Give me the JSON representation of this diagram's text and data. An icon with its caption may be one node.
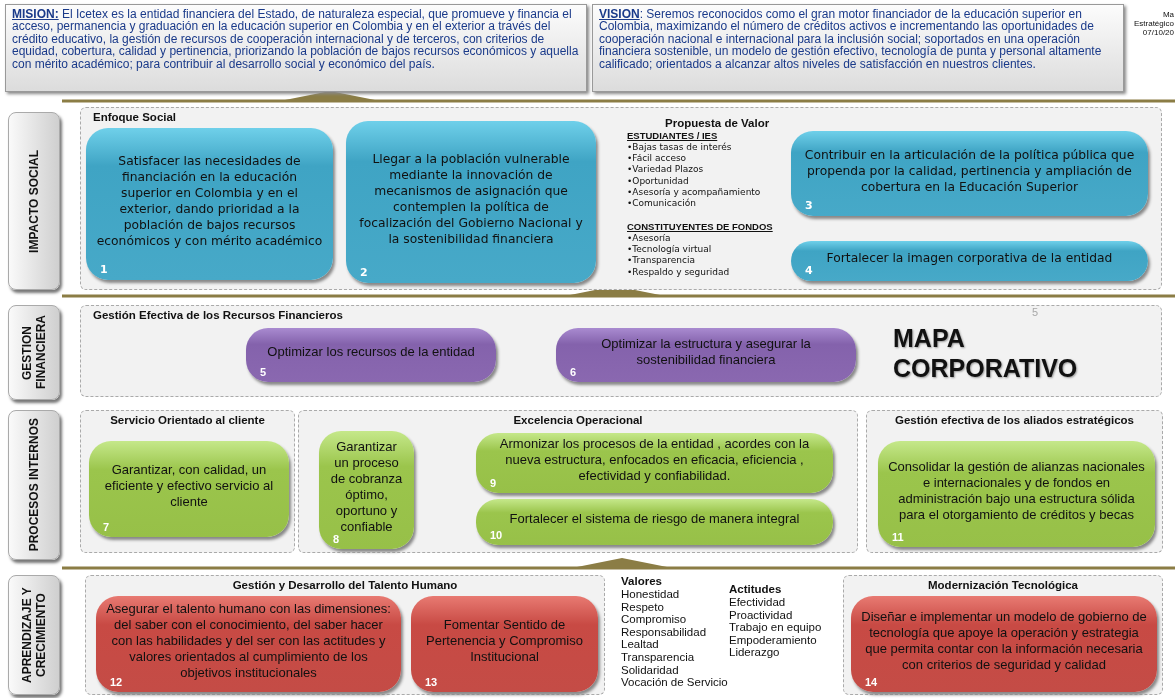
{
  "diagram": {
    "nodes": [
      {
        "text": [
          "**MISION:** El Icetex es la entidad financiera del Estado, de naturaleza especial, que promueve y financia el acceso, permanencia y graduación en la educación superior en Colombia y en el exterior a través del crédito educativo, la gestión de recursos de cooperación internacional y de terceros, con  criterios de equidad, cobertura, calidad y pertinencia, priorizando la población de bajos recursos económicos y aquella con mérito académico; para contribuir al desarrollo social y económico del país."
        ]
      },
      {
        "text": [
          "**VISION**: Seremos reconocidos como el gran motor financiador de la educación superior en Colombia, maximizando el número de créditos activos e incrementando las oportunidades de cooperación nacional e internacional para la inclusión social; soportados en una operación financiera sostenible, un modelo de gestión efectivo, tecnología de punta y personal altamente calificado; orientados a alcanzar altos niveles de satisfacción en nuestros clientes."
        ]
      },
      {
        "text": [
          "IMPACTO SOCIAL"
        ]
      },
      {
        "text": [
          "Enfoque Social"
        ]
      },
      {
        "text": [
          "Satisfacer las necesidades de financiación en la educación superior en Colombia y en el exterior, dando prioridad a la población de bajos recursos económicos y con mérito académico",
          "1"
        ],
        "in": 3
      },
      {
        "text": [
          "Llegar a la población vulnerable mediante la innovación de mecanismos de asignación  que contemplen la política de focalización del Gobierno Nacional y la sostenibilidad financiera",
          "2"
        ],
        "in": 3
      },
      {
        "text": [
          "Contribuir en la articulación de la política pública que propenda por la calidad, pertinencia y ampliación de cobertura en la Educación Superior",
          "3"
        ],
        "in": 3
      },
      {
        "text": [
          "Fortalecer la imagen corporativa de la entidad",
          "4"
        ],
        "in": 3
      },
      {
        "text": [
          "GESTION FINANCIERA"
        ]
      },
      {
        "text": [
          "Gestión Efectiva de los Recursos Financieros"
        ]
      },
      {
        "text": [
          "Optimizar  los recursos de la entidad",
          "5"
        ],
        "in": 9
      },
      {
        "text": [
          "Optimizar la estructura y asegurar la sostenibilidad financiera",
          "6"
        ],
        "in": 9
      },
      {
        "text": [
          "PROCESOS INTERNOS"
        ]
      },
      {
        "text": [
          "Servicio Orientado al cliente"
        ]
      },
      {
        "text": [
          "Garantizar,  con calidad,  un eficiente y efectivo servicio al cliente",
          "7"
        ],
        "in": 13
      },
      {
        "text": [
          "Excelencia Operacional"
        ]
      },
      {
        "text": [
          "Garantizar un proceso de cobranza óptimo, oportuno y confiable",
          "8"
        ],
        "in": 15
      },
      {
        "text": [
          "Armonizar los procesos de la entidad , acordes con la nueva estructura, enfocados  en  eficacia, eficiencia , efectividad  y confiabilidad.",
          "9"
        ],
        "in": 15
      },
      {
        "text": [
          "Fortalecer el sistema de riesgo de manera integral",
          "10"
        ],
        "in": 15
      },
      {
        "text": [
          "Gestión efectiva de los aliados estratégicos"
        ]
      },
      {
        "text": [
          "Consolidar la gestión de alianzas nacionales e internacionales y de fondos en administración bajo una estructura sólida para el otorgamiento de créditos y becas",
          "11"
        ],
        "in": 19
      },
      {
        "text": [
          "APRENDIZAJE Y CRECIMIENTO"
        ]
      },
      {
        "text": [
          "Gestión y Desarrollo del Talento Humano"
        ]
      },
      {
        "text": [
          "Asegurar el talento humano con las dimensiones: del saber con el conocimiento, del saber hacer con las habilidades y del ser con las actitudes y valores orientados al cumplimiento de los objetivos institucionales",
          "12"
        ],
        "in": 22
      },
      {
        "text": [
          "Fomentar Sentido de Pertenencia y Compromiso Institucional",
          "13"
        ],
        "in": 22
      },
      {
        "text": [
          "Modernización Tecnológica"
        ]
      },
      {
        "text": [
          "Diseñar e implementar un modelo de gobierno de tecnología que apoye la operación y estrategia que permita contar con la información necesaria con criterios de seguridad y calidad",
          "14"
        ],
        "in": 25
      }
    ],
    "labels": [
      "Propuesta de Valor",
      "ESTUDIANTES / IES",
      "•Bajas tasas de interés",
      "•Fácil acceso",
      "•Variedad Plazos",
      "•Oportunidad",
      "•Asesoría y acompañamiento",
      "•Comunicación",
      "CONSTITUYENTES DE FONDOS",
      "•Asesoría",
      "•Tecnología virtual",
      "•Transparencia",
      "•Respaldo y seguridad",
      "MAPA CORPORATIVO",
      "5",
      "Valores",
      "Honestidad",
      "Respeto",
      "Compromiso",
      "Responsabilidad",
      "Lealtad",
      "Transparencia",
      "Solidaridad",
      "Vocación de Servicio",
      "Actitudes",
      "Efectividad",
      "Proactividad",
      "Trabajo en equipo",
      "Empoderamiento",
      "Liderazgo",
      "Ma Estratégico 07/10/20"
    ]
  }
}
